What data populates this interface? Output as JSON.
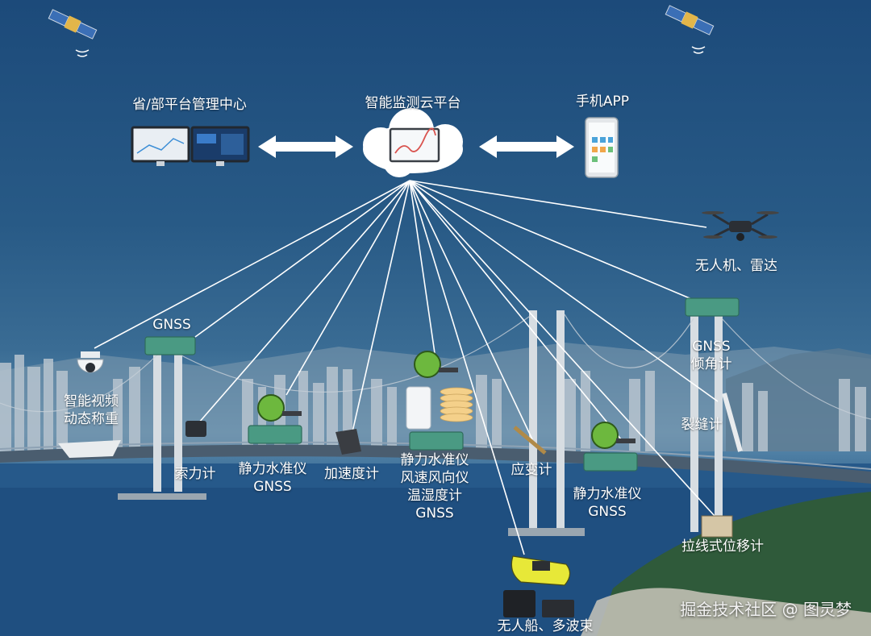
{
  "top_nodes": {
    "left": "省/部平台管理中心",
    "center": "智能监测云平台",
    "right": "手机APP"
  },
  "sensors": {
    "drone": "无人机、雷达",
    "gnss_top_right": [
      "GNSS",
      "倾角计"
    ],
    "crack": "裂缝计",
    "gnss_left": "GNSS",
    "video": [
      "智能视频",
      "动态称重"
    ],
    "cable": "索力计",
    "level_a": [
      "静力水准仪",
      "GNSS"
    ],
    "accel": "加速度计",
    "level_b": [
      "静力水准仪",
      "风速风向仪",
      "温湿度计",
      "GNSS"
    ],
    "strain": "应变计",
    "level_c": [
      "静力水准仪",
      "GNSS"
    ],
    "wire": "拉线式位移计",
    "boat": "无人船、多波束"
  },
  "icons": [
    "satellite-icon",
    "monitor-icon",
    "cloud-icon",
    "phone-icon",
    "drone-icon",
    "gnss-receiver-icon",
    "camera-icon",
    "boat-icon"
  ],
  "colors": {
    "sky_top": "#1c4a7a",
    "sea": "#1d4e7e",
    "device_green": "#4a9a83",
    "link_line": "#ffffff"
  },
  "watermark": "掘金技术社区 @ 图灵梦"
}
